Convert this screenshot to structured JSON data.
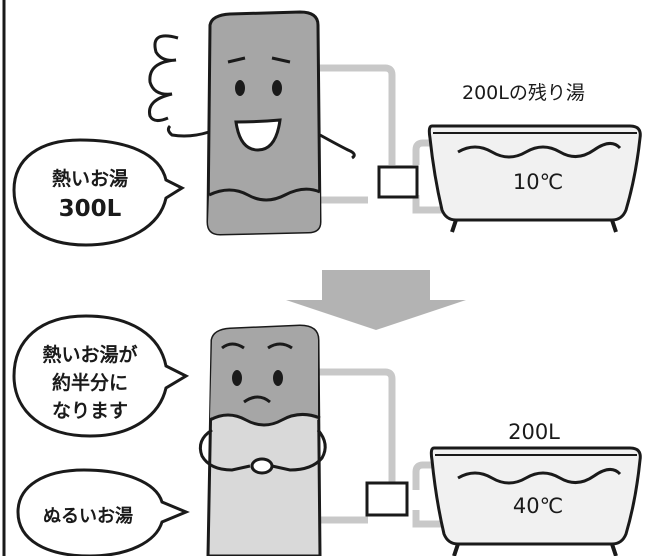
{
  "scene_top": {
    "hot_water_bubble": {
      "line1": "熱いお湯",
      "line2": "300L"
    },
    "tub_caption": "200Lの残り湯",
    "tub_temp": "10℃"
  },
  "scene_bottom": {
    "hot_water_bubble": {
      "line1": "熱いお湯が",
      "line2": "約半分に",
      "line3": "なります"
    },
    "lukewarm_bubble": "ぬるいお湯",
    "tub_caption": "200L",
    "tub_temp": "40℃"
  },
  "colors": {
    "tank_hot": "#a6a6a6",
    "tank_lukewarm": "#d9d9d9",
    "pipe": "#c8c8c8",
    "arrow": "#b3b3b3",
    "ink": "#1a1a1a"
  }
}
